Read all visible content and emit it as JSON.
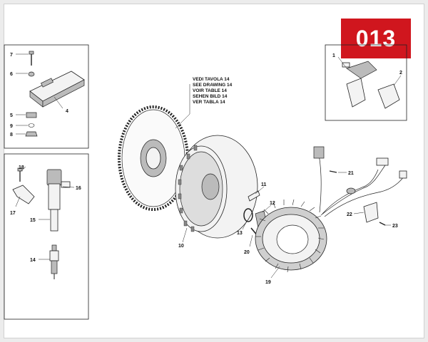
{
  "page_number": "013",
  "reference_note": [
    "VEDI TAVOLA 14",
    "SEE DRAWING 14",
    "VOIR TABLE 14",
    "SEHEN BILD 14",
    "VER TABLA 14"
  ],
  "labels": {
    "p1": "1",
    "p2": "2",
    "p4": "4",
    "p5": "5",
    "p6": "6",
    "p7": "7",
    "p8": "8",
    "p9": "9",
    "p10": "10",
    "p11": "11",
    "p12": "12",
    "p13": "13",
    "p14": "14",
    "p15": "15",
    "p16": "16",
    "p17": "17",
    "p18": "18",
    "p19": "19",
    "p20": "20",
    "p21": "21",
    "p22": "22",
    "p23": "23"
  }
}
